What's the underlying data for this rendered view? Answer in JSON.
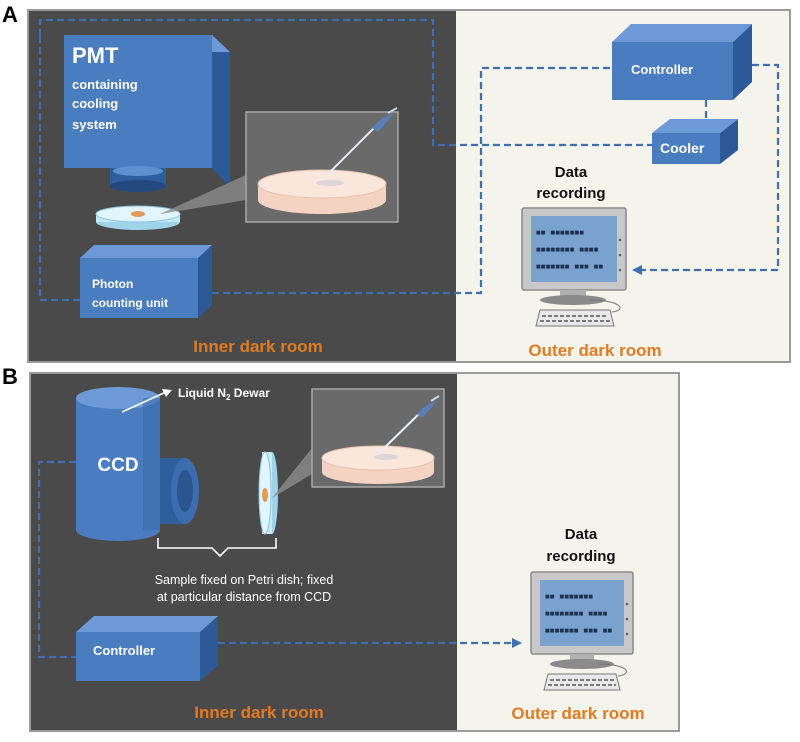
{
  "panels": {
    "a": {
      "letter": "A",
      "pmt": {
        "title": "PMT",
        "line1": "containing",
        "line2": "cooling",
        "line3": "system"
      },
      "photon": {
        "line1": "Photon",
        "line2": "counting unit"
      },
      "controller": "Controller",
      "cooler": "Cooler",
      "data": {
        "line1": "Data",
        "line2": "recording"
      },
      "inner": "Inner dark room",
      "outer": "Outer dark room"
    },
    "b": {
      "letter": "B",
      "ccd": "CCD",
      "dewar_prefix": "Liquid N",
      "dewar_sub": "2",
      "dewar_suffix": " Dewar",
      "sample_line1": "Sample fixed on Petri dish; fixed",
      "sample_line2": "at particular distance from CCD",
      "controller": "Controller",
      "data": {
        "line1": "Data",
        "line2": "recording"
      },
      "inner": "Inner dark room",
      "outer": "Outer dark room"
    }
  },
  "colors": {
    "inner_room": "#4a4a4a",
    "outer_room": "#f4f3ec",
    "device_blue": "#4a7cc0",
    "connector": "#3f6fb0",
    "room_label": "#e07b22"
  }
}
